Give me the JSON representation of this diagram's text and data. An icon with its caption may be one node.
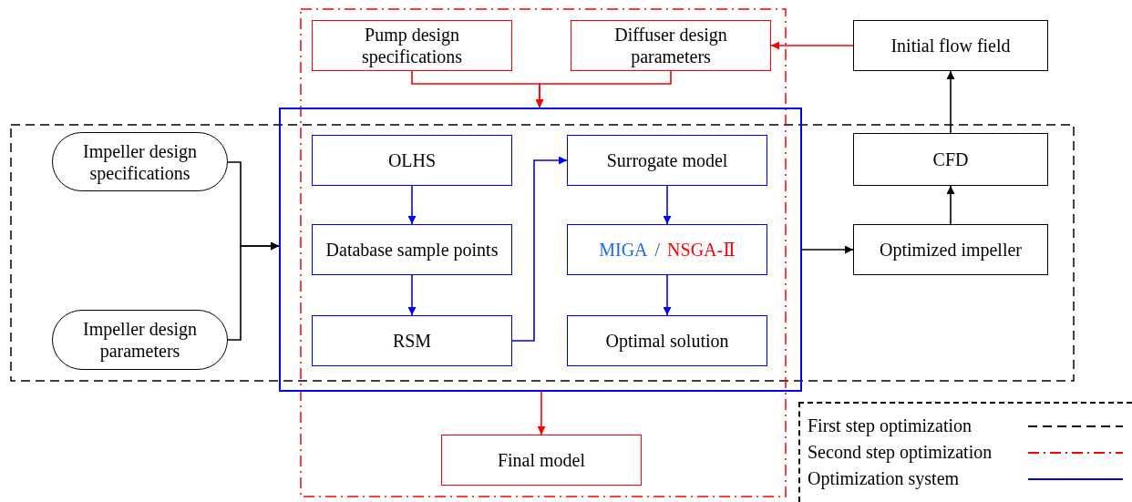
{
  "diagram": {
    "nodes": [
      {
        "text": [
          "Pump design specifications"
        ]
      },
      {
        "text": [
          "Diffuser design parameters"
        ]
      },
      {
        "text": [
          "Initial flow field"
        ]
      },
      {
        "text": [
          "Impeller design specifications"
        ]
      },
      {
        "text": [
          "Impeller design parameters"
        ]
      },
      {
        "text": [],
        "shape": "box"
      },
      {
        "text": [
          "OLHS"
        ],
        "in": 5
      },
      {
        "text": [
          "Database sample points"
        ],
        "in": 5
      },
      {
        "text": [
          "RSM"
        ],
        "in": 5
      },
      {
        "text": [
          "Surrogate model"
        ],
        "in": 5
      },
      {
        "text": [
          "MIGA",
          "/",
          "NSGA-Ⅱ"
        ],
        "in": 5
      },
      {
        "text": [
          "Optimal solution"
        ],
        "in": 5
      },
      {
        "text": [
          "CFD"
        ]
      },
      {
        "text": [
          "Optimized impeller"
        ]
      },
      {
        "text": [
          "Final model"
        ]
      }
    ],
    "edges": [
      {
        "from": 2,
        "to": 1,
        "arrow": "to",
        "color": "#ff0000"
      },
      {
        "from": 0,
        "to": 5,
        "arrow": "to",
        "color": "#ff0000"
      },
      {
        "from": 1,
        "to": 5,
        "arrow": "to",
        "color": "#ff0000"
      },
      {
        "from": 3,
        "to": 5,
        "arrow": "to"
      },
      {
        "from": 4,
        "to": 5,
        "arrow": "to"
      },
      {
        "from": 6,
        "to": 7,
        "arrow": "to",
        "color": "#0000ff"
      },
      {
        "from": 7,
        "to": 8,
        "arrow": "to",
        "color": "#0000ff"
      },
      {
        "from": 8,
        "to": 9,
        "arrow": "to",
        "color": "#0000ff"
      },
      {
        "from": 9,
        "to": 10,
        "arrow": "to",
        "color": "#0000ff"
      },
      {
        "from": 10,
        "to": 11,
        "arrow": "to",
        "color": "#0000ff"
      },
      {
        "from": 5,
        "to": 13,
        "arrow": "to"
      },
      {
        "from": 13,
        "to": 12,
        "arrow": "to"
      },
      {
        "from": 12,
        "to": 2,
        "arrow": "to"
      },
      {
        "from": 5,
        "to": 14,
        "arrow": "to",
        "color": "#ff0000"
      }
    ],
    "legend": [
      {
        "text": "First step optimization"
      },
      {
        "text": "Second step optimization"
      },
      {
        "text": "Optimization system"
      }
    ]
  }
}
